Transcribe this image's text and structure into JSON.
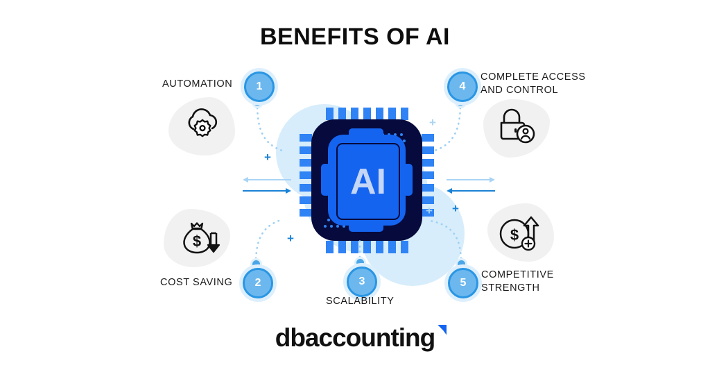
{
  "page": {
    "title": "BENEFITS OF AI",
    "background_color": "#ffffff"
  },
  "center": {
    "chip_label": "AI",
    "chip_body_color": "#060a3c",
    "chip_accent_color": "#1464f0",
    "chip_pin_color": "#2f83f4",
    "chip_text_color": "#c5d6f7",
    "halo_color": "#d7edfb",
    "icon_name": "ai-chip-icon"
  },
  "decor": {
    "plus_marks": [
      "+",
      "+",
      "+",
      "+",
      "+"
    ],
    "arrow_light_color": "#a9d4f5",
    "arrow_dark_color": "#1a82d6",
    "dotted_line_color": "#9fd0f2"
  },
  "benefits": [
    {
      "number": "1",
      "label": "AUTOMATION",
      "icon": "cloud-gear-icon",
      "position": "top-left"
    },
    {
      "number": "2",
      "label": "COST SAVING",
      "icon": "money-bag-down-arrow-icon",
      "position": "bottom-left"
    },
    {
      "number": "3",
      "label": "SCALABILITY",
      "icon": "none",
      "position": "bottom-center"
    },
    {
      "number": "4",
      "label_line1": "COMPLETE ACCESS",
      "label_line2": "AND CONTROL",
      "icon": "padlock-user-icon",
      "position": "top-right"
    },
    {
      "number": "5",
      "label_line1": "COMPETITIVE",
      "label_line2": "STRENGTH",
      "icon": "dollar-up-arrow-plus-icon",
      "position": "bottom-right"
    }
  ],
  "badge_style": {
    "fill": "#6cb8ee",
    "ring": "#2a96e4",
    "glow": "#ddeffc",
    "number_color": "#ffffff"
  },
  "footer": {
    "logo_text": "dbaccounting",
    "logo_mark_color": "#1464f0",
    "logo_mark_name": "quote-corner-mark"
  }
}
